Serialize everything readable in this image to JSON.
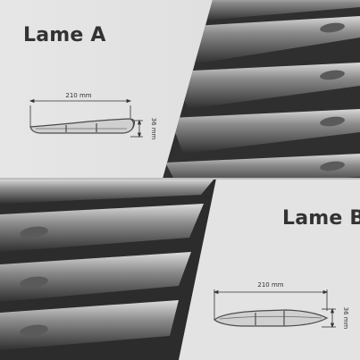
{
  "panels": {
    "lame_a": {
      "title": "Lame A",
      "width_label": "210 mm",
      "height_label": "36 mm"
    },
    "lame_b": {
      "title": "Lame B",
      "width_label": "210 mm",
      "height_label": "36 mm"
    }
  },
  "colors": {
    "background": "#e3e3e3",
    "louver_dark": "#3a3a3a",
    "louver_light": "#cfcfcf",
    "profile_stroke": "#4a4a4a",
    "dimension_line": "#333333"
  }
}
